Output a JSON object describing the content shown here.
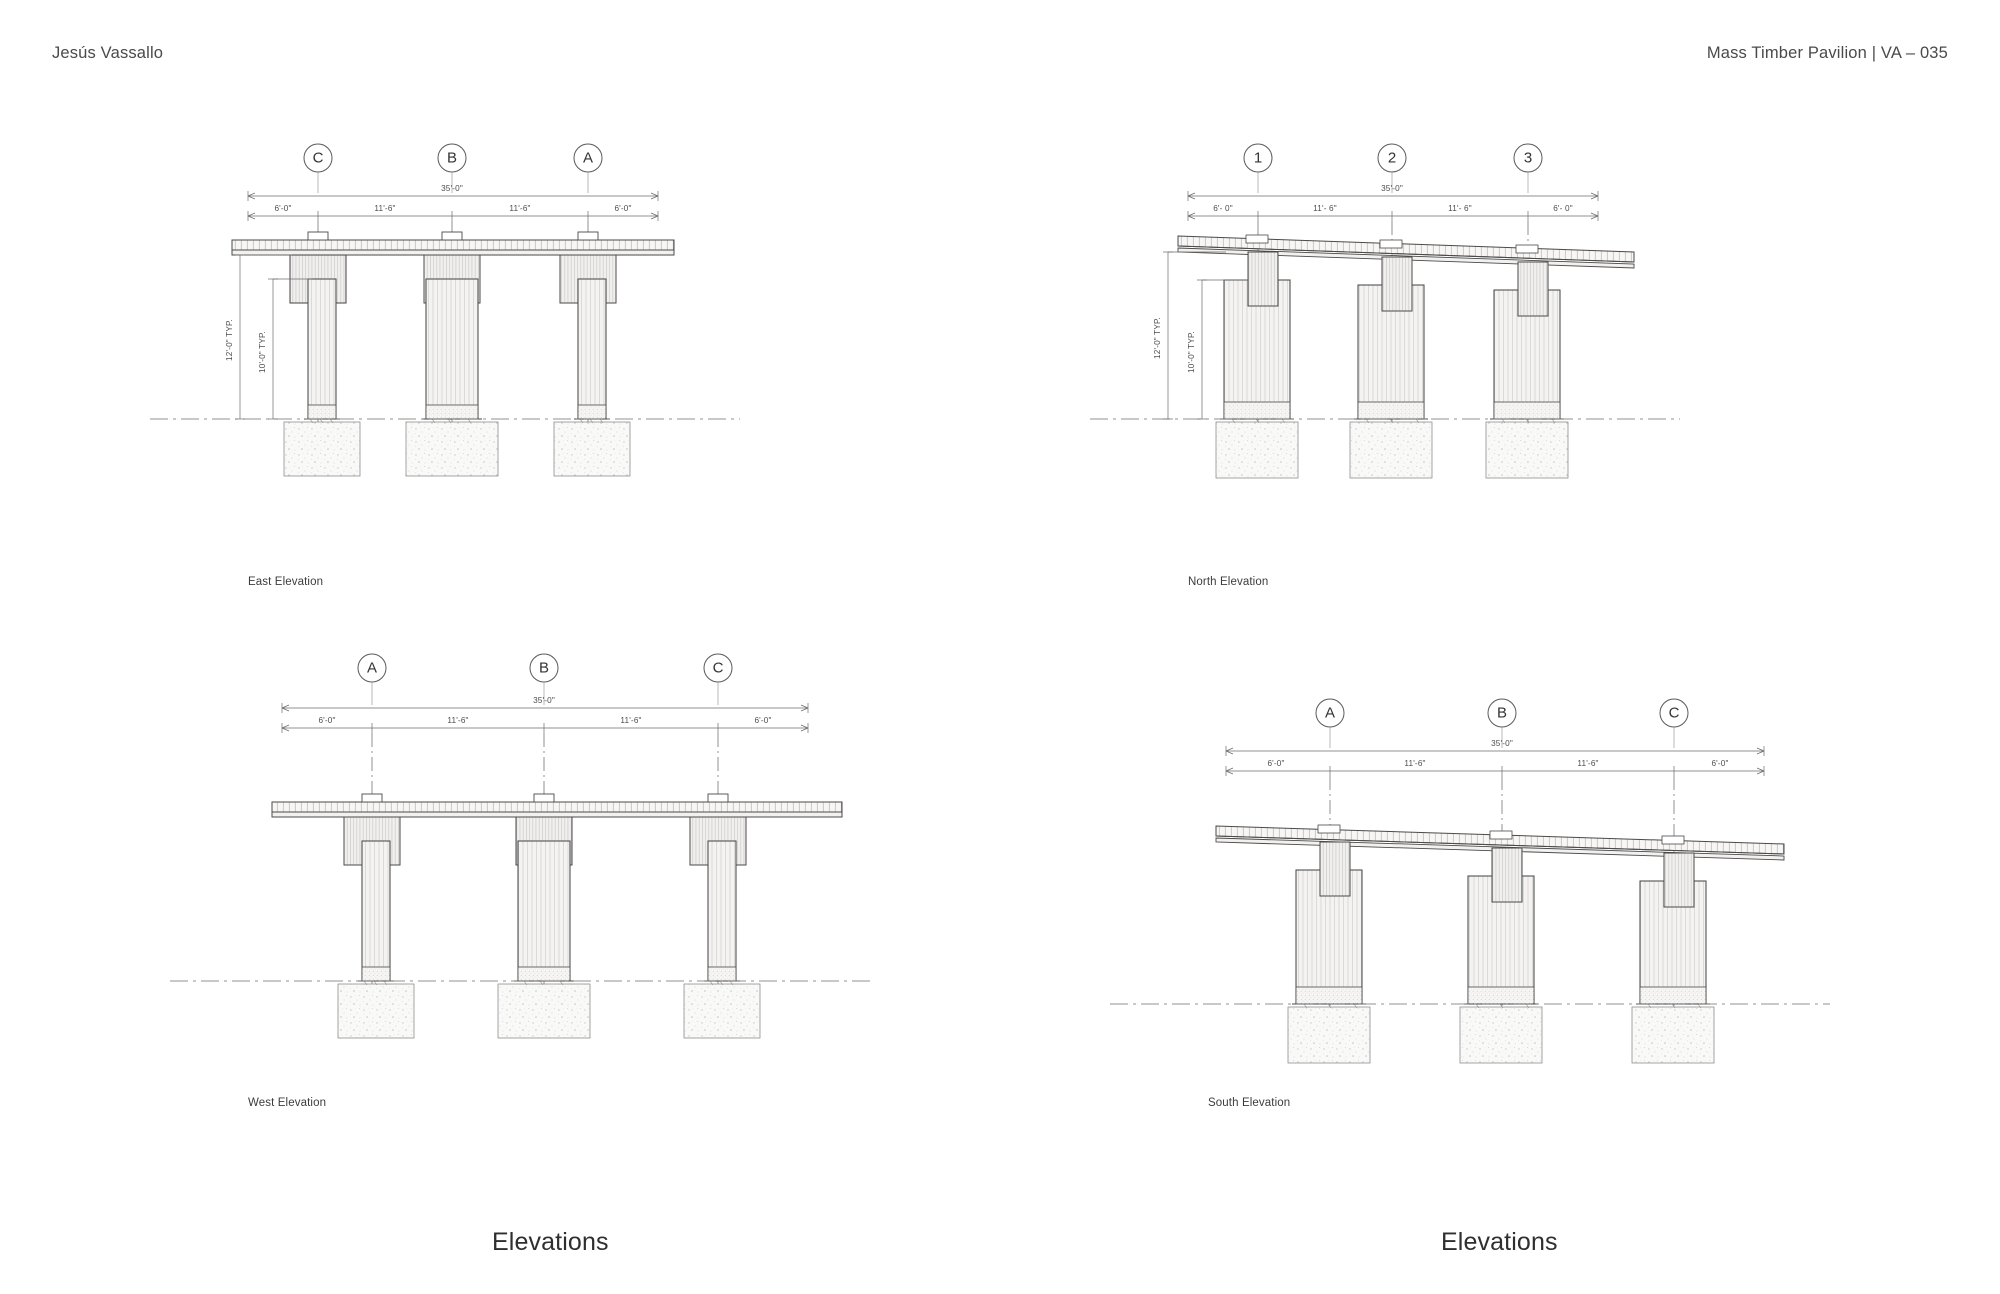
{
  "header": {
    "author": "Jesús Vassallo",
    "project": "Mass Timber Pavilion | VA – 035"
  },
  "sheet_titles": {
    "left": "Elevations",
    "right": "Elevations"
  },
  "dimensions": {
    "bay_end": "6'-0\"",
    "bay_mid": "11'-6\"",
    "overall": "35'-0\"",
    "height_overall": "12'-0\" TYP.",
    "height_column": "10'-0\" TYP."
  },
  "drawings": [
    {
      "id": "east-elevation",
      "caption": "East Elevation",
      "grid_labels": [
        "C",
        "B",
        "A"
      ],
      "dim_segments": [
        "6'-0\"",
        "11'-6\"",
        "11'-6\"",
        "6'-0\""
      ],
      "overall_dim": "35'-0\"",
      "vertical_dims": [
        "12'-0\" TYP.",
        "10'-0\" TYP."
      ],
      "roof_type": "flat",
      "column_style": "narrow"
    },
    {
      "id": "north-elevation",
      "caption": "North Elevation",
      "grid_labels": [
        "1",
        "2",
        "3"
      ],
      "dim_segments": [
        "6'- 0\"",
        "11'- 6\"",
        "11'- 6\"",
        "6'- 0\""
      ],
      "overall_dim": "35'-0\"",
      "vertical_dims": [
        "12'-0\" TYP.",
        "10'-0\" TYP."
      ],
      "roof_type": "sloped",
      "column_style": "wide"
    },
    {
      "id": "west-elevation",
      "caption": "West Elevation",
      "grid_labels": [
        "A",
        "B",
        "C"
      ],
      "dim_segments": [
        "6'-0\"",
        "11'-6\"",
        "11'-6\"",
        "6'-0\""
      ],
      "overall_dim": "35'-0\"",
      "vertical_dims": [],
      "roof_type": "flat",
      "column_style": "narrow"
    },
    {
      "id": "south-elevation",
      "caption": "South Elevation",
      "grid_labels": [
        "A",
        "B",
        "C"
      ],
      "dim_segments": [
        "6'-0\"",
        "11'-6\"",
        "11'-6\"",
        "6'-0\""
      ],
      "overall_dim": "35'-0\"",
      "vertical_dims": [],
      "roof_type": "sloped",
      "column_style": "wide"
    }
  ],
  "colors": {
    "ink": "#3a3a3a",
    "line": "#555555",
    "hairline": "#a8a8a8",
    "paper": "#ffffff",
    "wood_fill": "#f4f3f1",
    "concrete_fill": "#f7f7f6"
  }
}
